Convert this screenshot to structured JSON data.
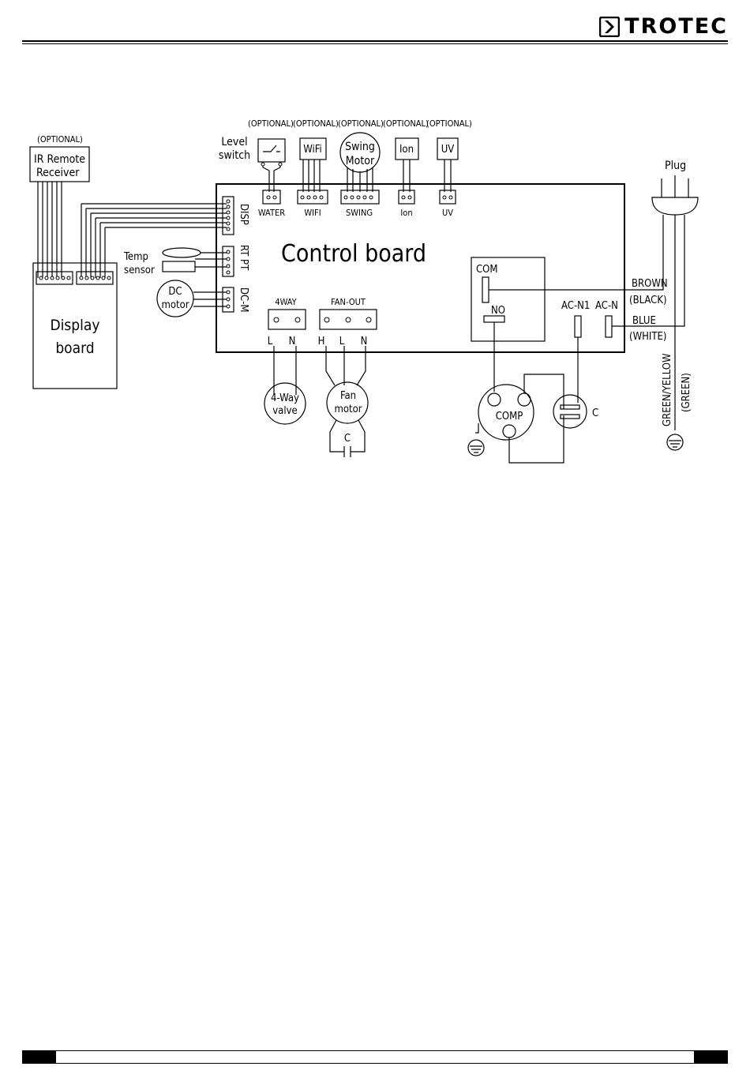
{
  "brand": {
    "name": "TROTEC"
  },
  "diagram": {
    "optional_tags": [
      "(OPTIONAL)",
      "(OPTIONAL)",
      "(OPTIONAL)",
      "(OPTIONAL)",
      "(OPTIONAL)",
      "(OPTIONAL)"
    ],
    "ir_remote": [
      "IR Remote",
      "Receiver"
    ],
    "display_board": [
      "Display",
      "board"
    ],
    "level_switch": [
      "Level",
      "switch"
    ],
    "wifi": "WiFi",
    "swing_motor": [
      "Swing",
      "Motor"
    ],
    "ion": "Ion",
    "uv": "UV",
    "connectors": {
      "water": "WATER",
      "wifi": "WIFI",
      "swing": "SWING",
      "ion": "Ion",
      "uv": "UV"
    },
    "control_board": "Control board",
    "side_connectors": {
      "disp": "DISP",
      "rt_pt": "RT PT",
      "dc_m": "DC-M"
    },
    "temp_sensor": [
      "Temp",
      "sensor"
    ],
    "dc_motor": [
      "DC",
      "motor"
    ],
    "four_way": {
      "connector": "4WAY",
      "terminals": [
        "L",
        "N"
      ],
      "valve": [
        "4-Way",
        "valve"
      ]
    },
    "fan_out": {
      "connector": "FAN-OUT",
      "terminals": [
        "H",
        "L",
        "N"
      ],
      "motor": [
        "Fan",
        "motor"
      ],
      "capacitor": "C"
    },
    "relay": {
      "com": "COM",
      "no": "NO"
    },
    "ac_terminals": {
      "n1": "AC-N1",
      "n": "AC-N"
    },
    "compressor": {
      "label": "COMP",
      "capacitor": "C"
    },
    "plug": "Plug",
    "wires": {
      "brown": "BROWN",
      "black": "(BLACK)",
      "blue": "BLUE",
      "white": "(WHITE)",
      "green_yellow": "GREEN/YELLOW",
      "green": "(GREEN)"
    }
  }
}
